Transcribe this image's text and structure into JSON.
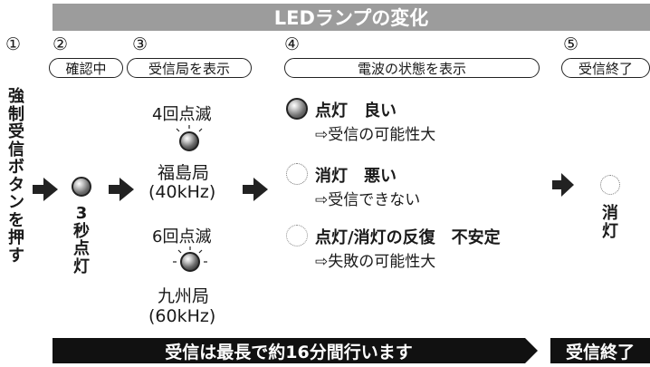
{
  "title": "LEDランプの変化",
  "steps": [
    {
      "num": "①"
    },
    {
      "num": "②",
      "label": "確認中"
    },
    {
      "num": "③",
      "label": "受信局を表示"
    },
    {
      "num": "④",
      "label": "電波の状態を表示"
    },
    {
      "num": "⑤",
      "label": "受信終了"
    }
  ],
  "press_button_text": [
    "強",
    "制",
    "受",
    "信",
    "ボ",
    "タ",
    "ン",
    "を",
    "押",
    "す"
  ],
  "blink_3s_text": [
    "3",
    "秒",
    "点",
    "灯"
  ],
  "off_text": [
    "消",
    "灯"
  ],
  "stations": [
    {
      "blink": "4回点滅",
      "name": "福島局",
      "freq": "(40kHz)"
    },
    {
      "blink": "6回点滅",
      "name": "九州局",
      "freq": "(60kHz)"
    }
  ],
  "states": [
    {
      "title": "点灯　良い",
      "desc": "⇨受信の可能性大",
      "led": "on"
    },
    {
      "title": "消灯　悪い",
      "desc": "⇨受信できない",
      "led": "off"
    },
    {
      "title": "点灯/消灯の反復　不安定",
      "desc": "⇨失敗の可能性大",
      "led": "blink"
    }
  ],
  "bottom": {
    "main": "受信は最長で約16分間行います",
    "end": "受信終了"
  },
  "colors": {
    "title_bar": "#9c9c9c",
    "bottom_bar": "#111111"
  }
}
